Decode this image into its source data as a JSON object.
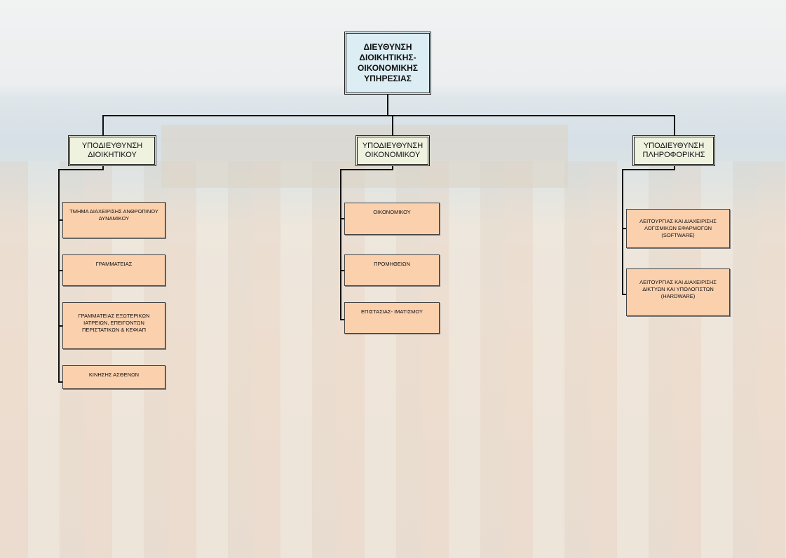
{
  "director": "ΔΙΕΥΘΥΝΣΗ ΔΙΟΙΚΗΤΙΚΗΣ-ΟΙΚΟΝΟΜΙΚΗΣ ΥΠΗΡΕΣΙΑΣ",
  "subdivisions": [
    {
      "title": "ΥΠΟΔΙΕΥΘΥΝΣΗ ΔΙΟΙΚΗΤΙΚΟΥ",
      "units": [
        "ΤΜΗΜΑ ΔΙΑΧΕΙΡΙΣΗΣ ΑΝΘΡΩΠΙΝΟΥ ΔΥΝΑΜΙΚΟΥ",
        "ΓΡΑΜΜΑΤΕΙΑΣ",
        "ΓΡΑΜΜΑΤΕΙΑΣ ΕΞΩΤΕΡΙΚΩΝ ΙΑΤΡΕΙΩΝ, ΕΠΕΙΓΟΝΤΩΝ ΠΕΡΙΣΤΑΤΙΚΩΝ & ΚΕΦΙΑΠ",
        "ΚΙΝΗΣΗΣ ΑΣΘΕΝΩΝ"
      ]
    },
    {
      "title": "ΥΠΟΔΙΕΥΘΥΝΣΗ ΟΙΚΟΝΟΜΙΚΟΥ",
      "units": [
        "ΟΙΚΟΝΟΜΙΚΟΥ",
        "ΠΡΟΜΗΘΕΙΩΝ",
        "ΕΠΙΣΤΑΣΙΑΣ- ΙΜΑΤΙΣΜΟΥ"
      ]
    },
    {
      "title": "ΥΠΟΔΙΕΥΘΥΝΣΗ ΠΛΗΡΟΦΟΡΙΚΗΣ",
      "units": [
        "ΛΕΙΤΟΥΡΓΙΑΣ ΚΑΙ ΔΙΑΧΕΙΡΙΣΗΣ ΛΟΓΙΣΜΙΚΩΝ ΕΦΑΡΜΟΓΩΝ (SOFTWARE)",
        "ΛΕΙΤΟΥΡΓΙΑΣ ΚΑΙ ΔΙΑΧΕΙΡΙΣΗΣ ΔΙΚΤΥΩΝ ΚΑΙ ΥΠΟΛΟΓΙΣΤΩΝ (HARDWARE)"
      ]
    }
  ]
}
